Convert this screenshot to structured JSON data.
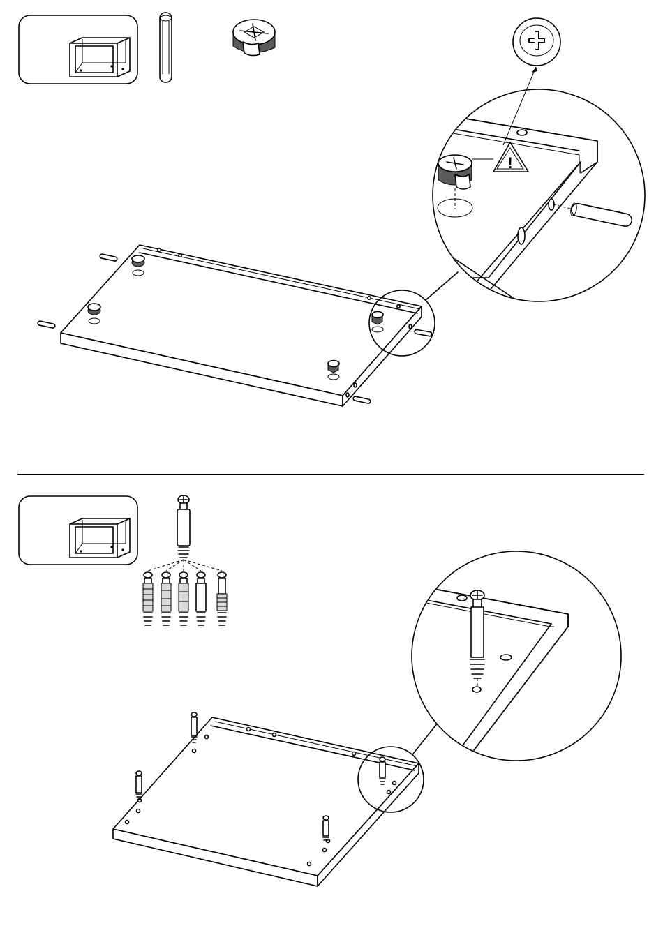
{
  "steps": [
    {
      "parts": [
        "cabinet-thumbnail",
        "wooden-dowel",
        "cam-lock-nut"
      ],
      "callouts": [
        "cross-slot-detail",
        "warning-triangle",
        "corner-zoom"
      ]
    },
    {
      "parts": [
        "cabinet-thumbnail",
        "cam-bolt",
        "cam-bolt-variants"
      ],
      "callouts": [
        "corner-zoom"
      ]
    }
  ],
  "step2_bolt_variant_count": 5,
  "warning_symbol": "!"
}
